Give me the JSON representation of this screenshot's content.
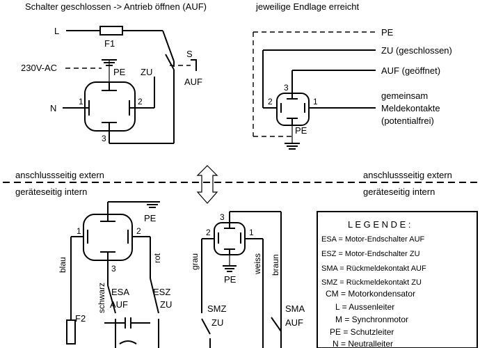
{
  "captions": {
    "top_left": "Schalter geschlossen -> Antrieb öffnen (AUF)",
    "top_right": "jeweilige Endlage erreicht"
  },
  "wiring_top_left": {
    "L": "L",
    "F1": "F1",
    "voltage": "230V-AC",
    "PE": "PE",
    "ZU": "ZU",
    "N": "N",
    "S": "S",
    "AUF": "AUF",
    "pin1": "1",
    "pin2": "2",
    "pin3": "3"
  },
  "wiring_top_right": {
    "PE_line": "PE",
    "ZU_line": "ZU (geschlossen)",
    "AUF_line": "AUF (geöffnet)",
    "common_1": "gemeinsam",
    "common_2": "Meldekontakte",
    "common_3": "(potentialfrei)",
    "PE": "PE",
    "pin1": "1",
    "pin2": "2",
    "pin3": "3"
  },
  "separator": {
    "left_top": "anschlussseitig extern",
    "left_bottom": "geräteseitig intern",
    "right_top": "anschlussseitig extern",
    "right_bottom": "geräteseitig intern"
  },
  "internal_left": {
    "PE": "PE",
    "pin1": "1",
    "pin2": "2",
    "pin3": "3",
    "blau": "blau",
    "schwarz": "schwarz",
    "rot": "rot",
    "ESA": "ESA",
    "ESA_AUF": "AUF",
    "ESZ": "ESZ",
    "ESZ_ZU": "ZU",
    "F2": "F2"
  },
  "internal_mid": {
    "pin1": "1",
    "pin2": "2",
    "pin3": "3",
    "PE": "PE",
    "grau": "grau",
    "weiss": "weiss",
    "braun": "braun",
    "SMZ": "SMZ",
    "SMZ_ZU": "ZU",
    "SMA": "SMA",
    "SMA_AUF": "AUF"
  },
  "legend": {
    "title": "L E G E N D E :",
    "items": [
      "ESA = Motor-Endschalter  AUF",
      "ESZ = Motor-Endschalter  ZU",
      "SMA = Rückmeldekontakt AUF",
      "SMZ = Rückmeldekontakt ZU",
      "CM = Motorkondensator",
      "L = Aussenleiter",
      "M = Synchronmotor",
      "PE = Schutzleiter",
      "N = Neutralleiter"
    ]
  }
}
